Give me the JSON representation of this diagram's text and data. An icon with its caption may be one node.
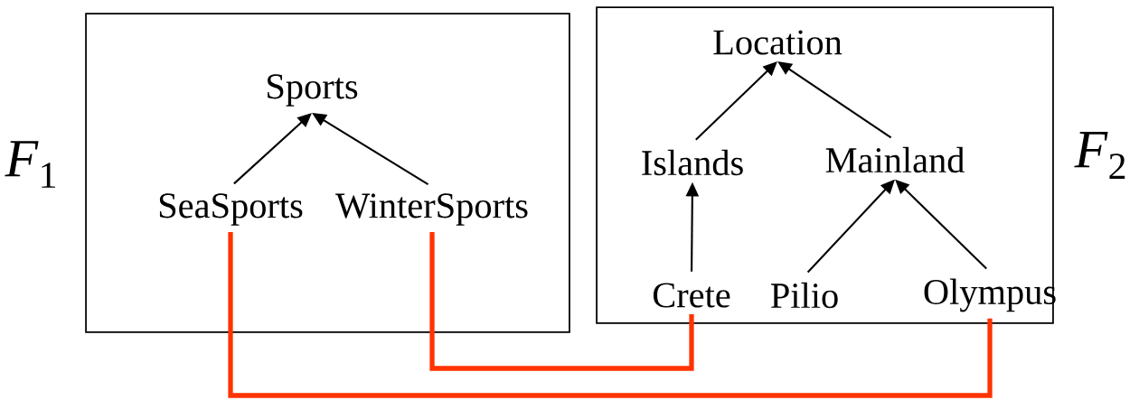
{
  "diagram": {
    "nodes": [
      {
        "text": [],
        "shape": "box",
        "beside": [
          "*F*$_{1}$"
        ]
      },
      {
        "text": [
          "Sports"
        ],
        "in": 0
      },
      {
        "text": [
          "SeaSports"
        ],
        "in": 0
      },
      {
        "text": [
          "WinterSports"
        ],
        "in": 0
      },
      {
        "text": [],
        "shape": "box",
        "beside": [
          "*F*$_{2}$"
        ]
      },
      {
        "text": [
          "Location"
        ],
        "in": 4
      },
      {
        "text": [
          "Islands"
        ],
        "in": 4
      },
      {
        "text": [
          "Mainland"
        ],
        "in": 4
      },
      {
        "text": [
          "Crete"
        ],
        "in": 4
      },
      {
        "text": [
          "Pilio"
        ],
        "in": 4
      },
      {
        "text": [
          "Olympus"
        ],
        "in": 4
      }
    ],
    "edges": [
      {
        "from": 2,
        "to": 1,
        "arrow": "to"
      },
      {
        "from": 3,
        "to": 1,
        "arrow": "to"
      },
      {
        "from": 6,
        "to": 5,
        "arrow": "to"
      },
      {
        "from": 7,
        "to": 5,
        "arrow": "to"
      },
      {
        "from": 8,
        "to": 6,
        "arrow": "to"
      },
      {
        "from": 9,
        "to": 7,
        "arrow": "to"
      },
      {
        "from": 10,
        "to": 7,
        "arrow": "to"
      },
      {
        "from": 2,
        "to": 10,
        "arrow": "none",
        "style": "thick",
        "color": "#ff3300"
      },
      {
        "from": 3,
        "to": 8,
        "arrow": "none",
        "style": "thick",
        "color": "#ff3300"
      }
    ]
  }
}
